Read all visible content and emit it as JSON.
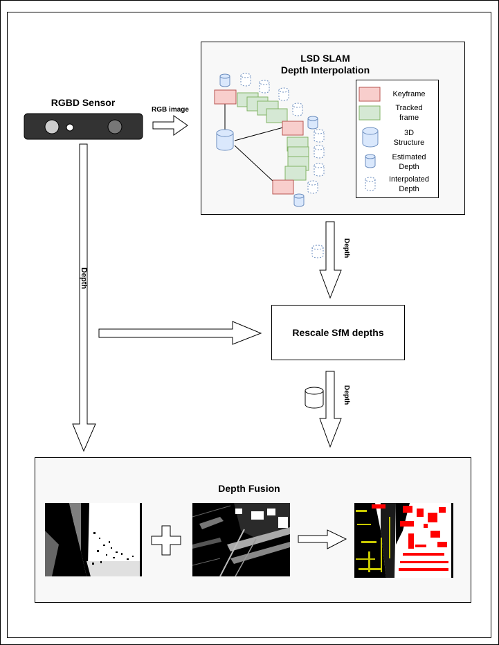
{
  "sensor": {
    "title": "RGBD Sensor"
  },
  "arrows": {
    "rgb_image": "RGB image",
    "depth_left": "Depth",
    "depth_slam": "Depth",
    "depth_rescale": "Depth"
  },
  "slam": {
    "title_line1": "LSD SLAM",
    "title_line2": "Depth Interpolation"
  },
  "legend": {
    "keyframe": "Keyframe",
    "tracked_line1": "Tracked",
    "tracked_line2": "frame",
    "structure_line1": "3D",
    "structure_line2": "Structure",
    "estimated_line1": "Estimated",
    "estimated_line2": "Depth",
    "interpolated_line1": "Interpolated",
    "interpolated_line2": "Depth"
  },
  "rescale": {
    "label": "Rescale SfM depths"
  },
  "fusion": {
    "title": "Depth Fusion"
  },
  "colors": {
    "keyframe_fill": "#f8cecc",
    "keyframe_stroke": "#b85450",
    "tracked_fill": "#d5e8d4",
    "tracked_stroke": "#82b366",
    "cylinder_fill": "#dae8fc",
    "cylinder_stroke": "#6c8ebf",
    "panel_bg": "#f8f8f8",
    "sensor_body": "#333333",
    "fusion_overlay_red": "#ff0000",
    "fusion_overlay_yellow": "#c8c800"
  }
}
